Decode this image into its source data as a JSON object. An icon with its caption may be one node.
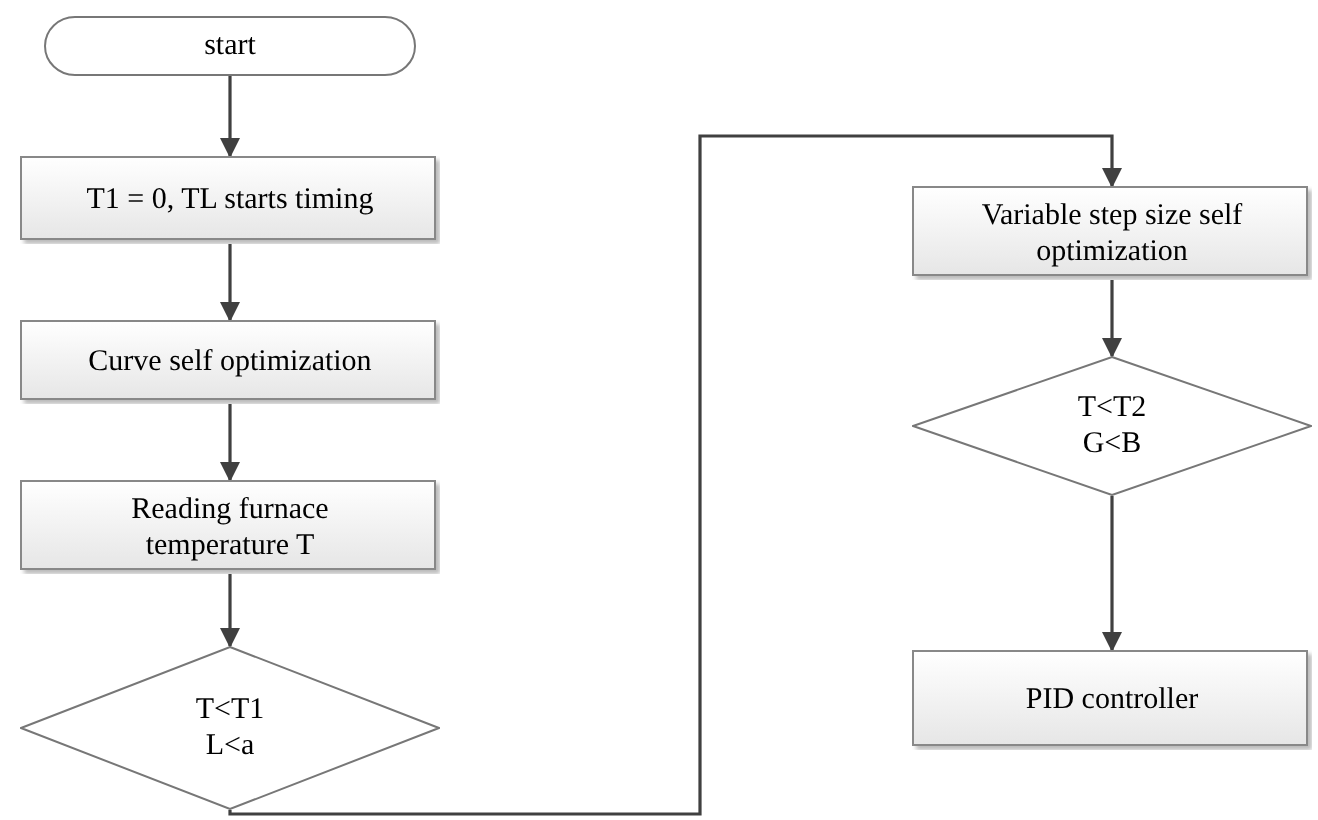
{
  "diagram": {
    "nodes": [
      {
        "text": [
          "start"
        ]
      },
      {
        "text": [
          "T1 = 0, TL starts timing"
        ]
      },
      {
        "text": [
          "Curve self optimization"
        ]
      },
      {
        "text": [
          "Reading furnace temperature T"
        ]
      },
      {
        "text": [
          "T<T1 L<a"
        ]
      },
      {
        "text": [
          "Variable step size self optimization"
        ]
      },
      {
        "text": [
          "T<T2 G<B"
        ]
      },
      {
        "text": [
          "PID controller"
        ]
      }
    ],
    "edges": [
      {
        "from": 0,
        "to": 1,
        "arrow": "to"
      },
      {
        "from": 1,
        "to": 2,
        "arrow": "to"
      },
      {
        "from": 2,
        "to": 3,
        "arrow": "to"
      },
      {
        "from": 3,
        "to": 4,
        "arrow": "to"
      },
      {
        "from": 4,
        "to": 5,
        "arrow": "to"
      },
      {
        "from": 5,
        "to": 6,
        "arrow": "to"
      },
      {
        "from": 6,
        "to": 7,
        "arrow": "to"
      }
    ]
  }
}
